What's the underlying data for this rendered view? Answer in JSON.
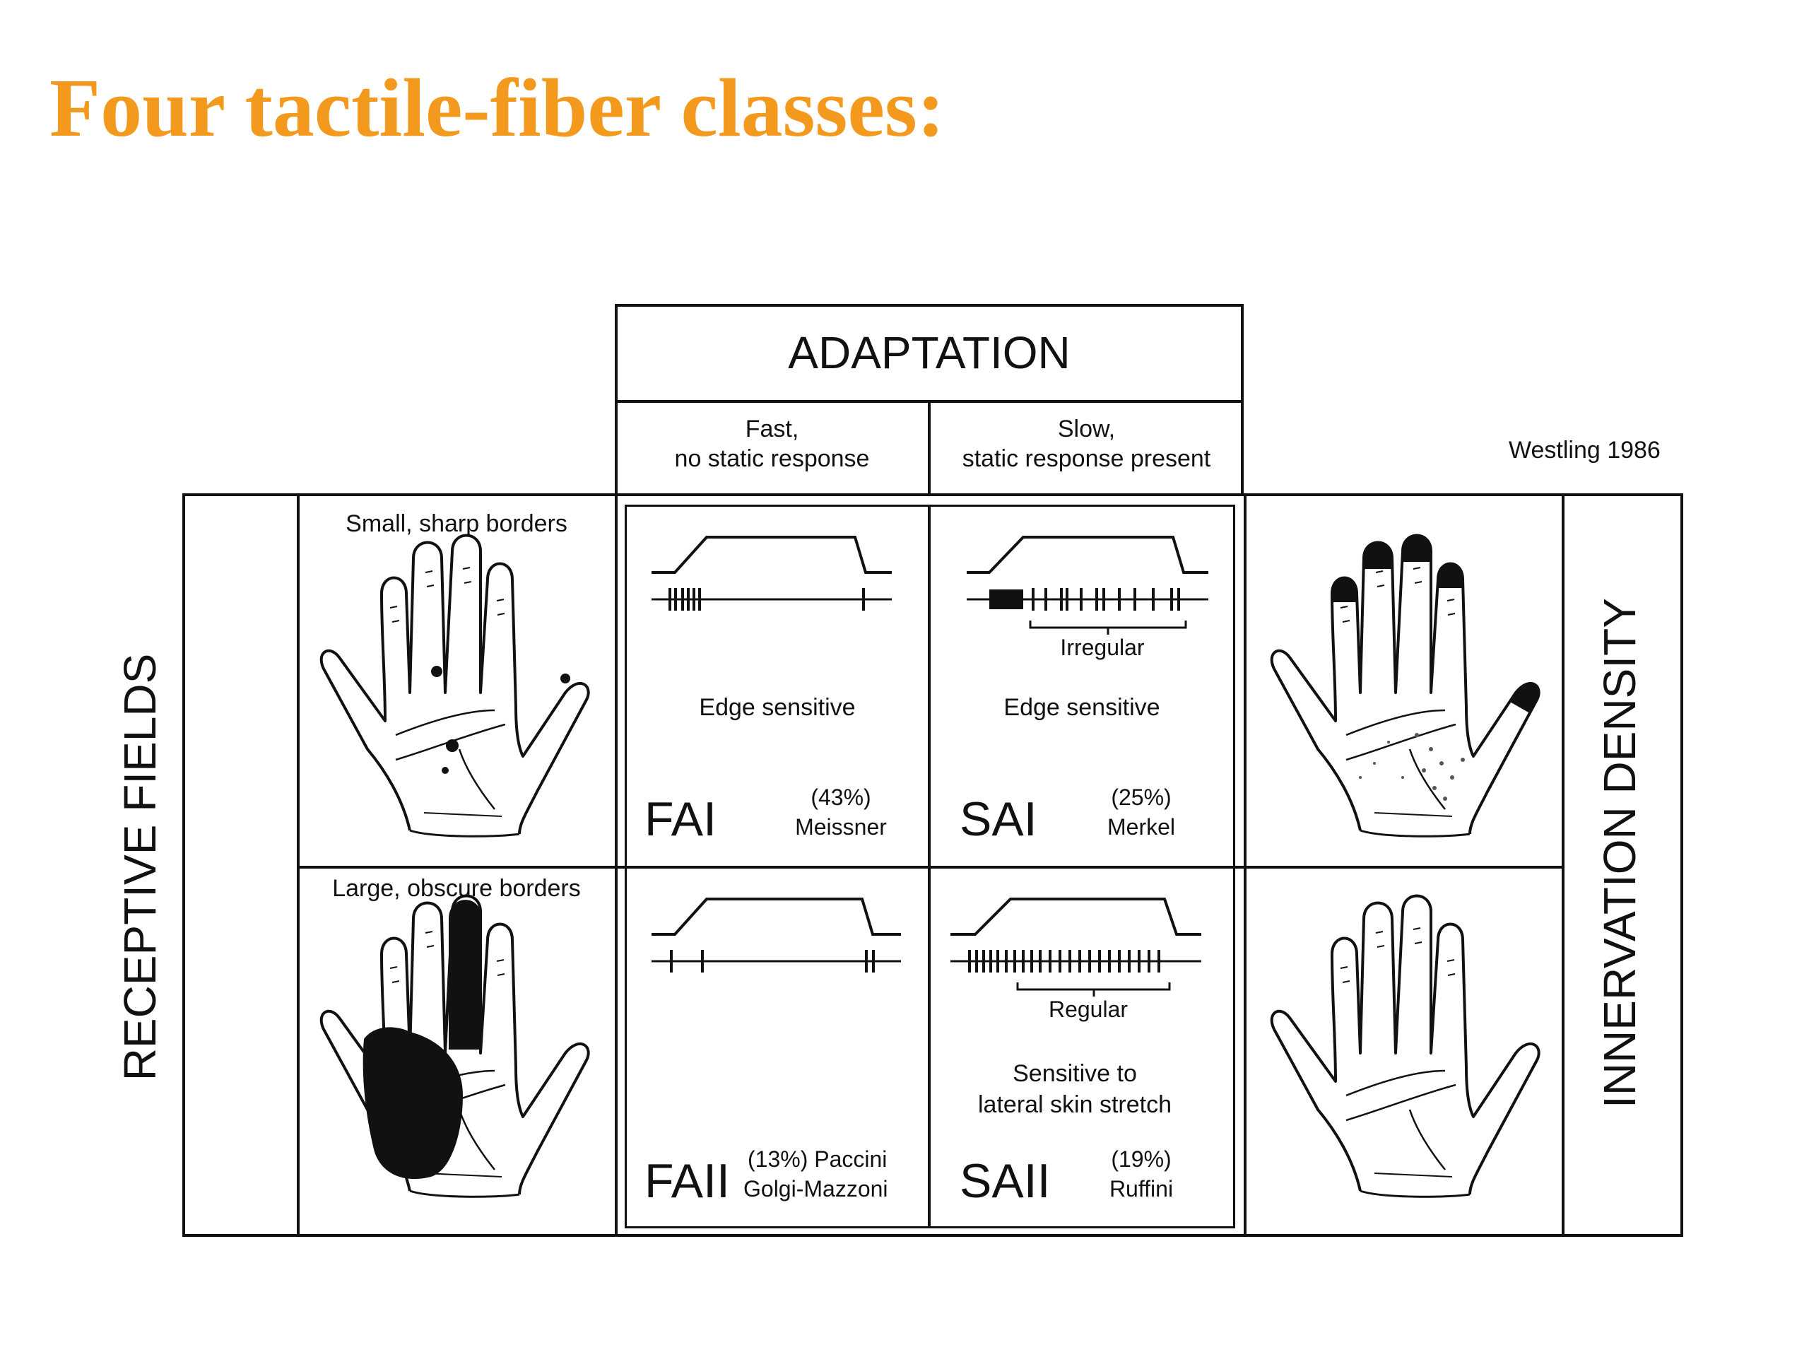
{
  "title": "Four tactile-fiber classes:",
  "header": "ADAPTATION",
  "columns": {
    "fast": [
      "Fast,",
      "no static response"
    ],
    "slow": [
      "Slow,",
      "static response present"
    ]
  },
  "citation": "Westling 1986",
  "side_labels": {
    "left": "RECEPTIVE FIELDS",
    "right": "INNERVATION DENSITY"
  },
  "rows": {
    "small": "Small, sharp borders",
    "large": "Large, obscure borders"
  },
  "cells": {
    "fai": {
      "name": "FAI",
      "percent": "(43%)",
      "receptor": "Meissner",
      "note": "Edge sensitive"
    },
    "sai": {
      "name": "SAI",
      "percent": "(25%)",
      "receptor": "Merkel",
      "note": "Edge sensitive",
      "pattern": "Irregular"
    },
    "faii": {
      "name": "FAII",
      "percent_receptor": "(13%) Paccini",
      "receptor2": "Golgi-Mazzoni"
    },
    "saii": {
      "name": "SAII",
      "percent": "(19%)",
      "receptor": "Ruffini",
      "note": [
        "Sensitive to",
        "lateral skin stretch"
      ],
      "pattern": "Regular"
    }
  }
}
